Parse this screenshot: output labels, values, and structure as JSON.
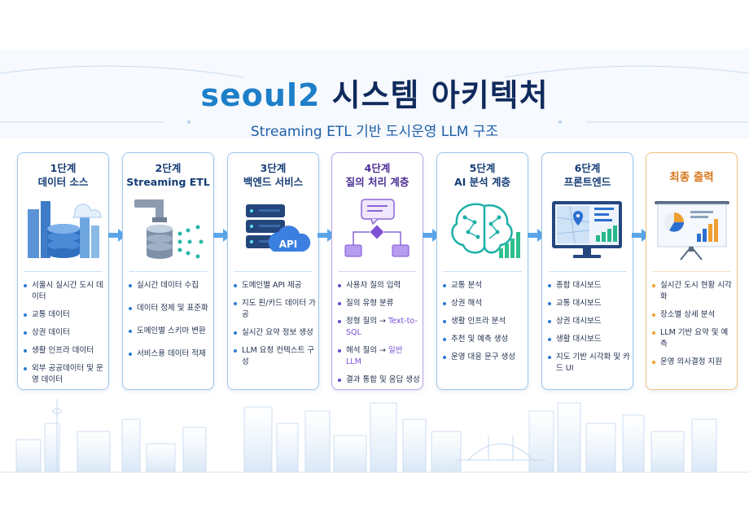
{
  "header": {
    "title_brand": "seoul2",
    "title_rest": "시스템 아키텍처",
    "subtitle": "Streaming ETL 기반 도시운영 LLM 구조"
  },
  "stages": [
    {
      "step": "1단계",
      "name": "데이터 소스",
      "icon": "database-city-icon",
      "items": [
        "서울시 실시간 도시 데이터",
        "교통 데이터",
        "상권 데이터",
        "생활 인프라 데이터",
        "외부 공공데이터 및 운영 데이터"
      ]
    },
    {
      "step": "2단계",
      "name": "Streaming ETL",
      "icon": "pipeline-database-icon",
      "items": [
        "실시간 데이터 수집",
        "데이터 정제 및 표준화",
        "도메인별 스키마 변환",
        "서비스용 데이터 적재"
      ]
    },
    {
      "step": "3단계",
      "name": "백엔드 서비스",
      "icon": "server-api-icon",
      "badge": "API",
      "items": [
        "도메인별 API 제공",
        "지도 핀/카드 데이터 가공",
        "실시간 요약 정보 생성",
        "LLM 요청 컨텍스트 구성"
      ]
    },
    {
      "step": "4단계",
      "name": "질의 처리 계층",
      "icon": "query-flowchart-icon",
      "items": [
        "사용자 질의 입력",
        "질의 유형 분류"
      ],
      "rich_items": [
        {
          "prefix": "정형 질의 → ",
          "highlight": "Text-to-SQL"
        },
        {
          "prefix": "해석 질의 → ",
          "highlight": "일반 LLM"
        }
      ],
      "last_item": "결과 통합 및 응답 생성"
    },
    {
      "step": "5단계",
      "name": "AI 분석 계층",
      "icon": "ai-brain-icon",
      "items": [
        "교통 분석",
        "상권 해석",
        "생활 인프라 분석",
        "추천 및 예측 생성",
        "운영 대응 문구 생성"
      ]
    },
    {
      "step": "6단계",
      "name": "프론트엔드",
      "icon": "monitor-map-icon",
      "items": [
        "종합 대시보드",
        "교통 대시보드",
        "상권 대시보드",
        "생활 대시보드",
        "지도 기반 시각화 및 카드 UI"
      ]
    },
    {
      "step": "",
      "name": "최종 출력",
      "icon": "presentation-board-icon",
      "items": [
        "실시간 도시 현황 시각화",
        "장소별 상세 분석",
        "LLM 기반 요약 및 예측",
        "운영 의사결정 지원"
      ]
    }
  ],
  "colors": {
    "accent_blue": "#1e7fc9",
    "accent_purple": "#6a47c9",
    "accent_orange": "#f0a030",
    "navy": "#0f2a5c"
  }
}
